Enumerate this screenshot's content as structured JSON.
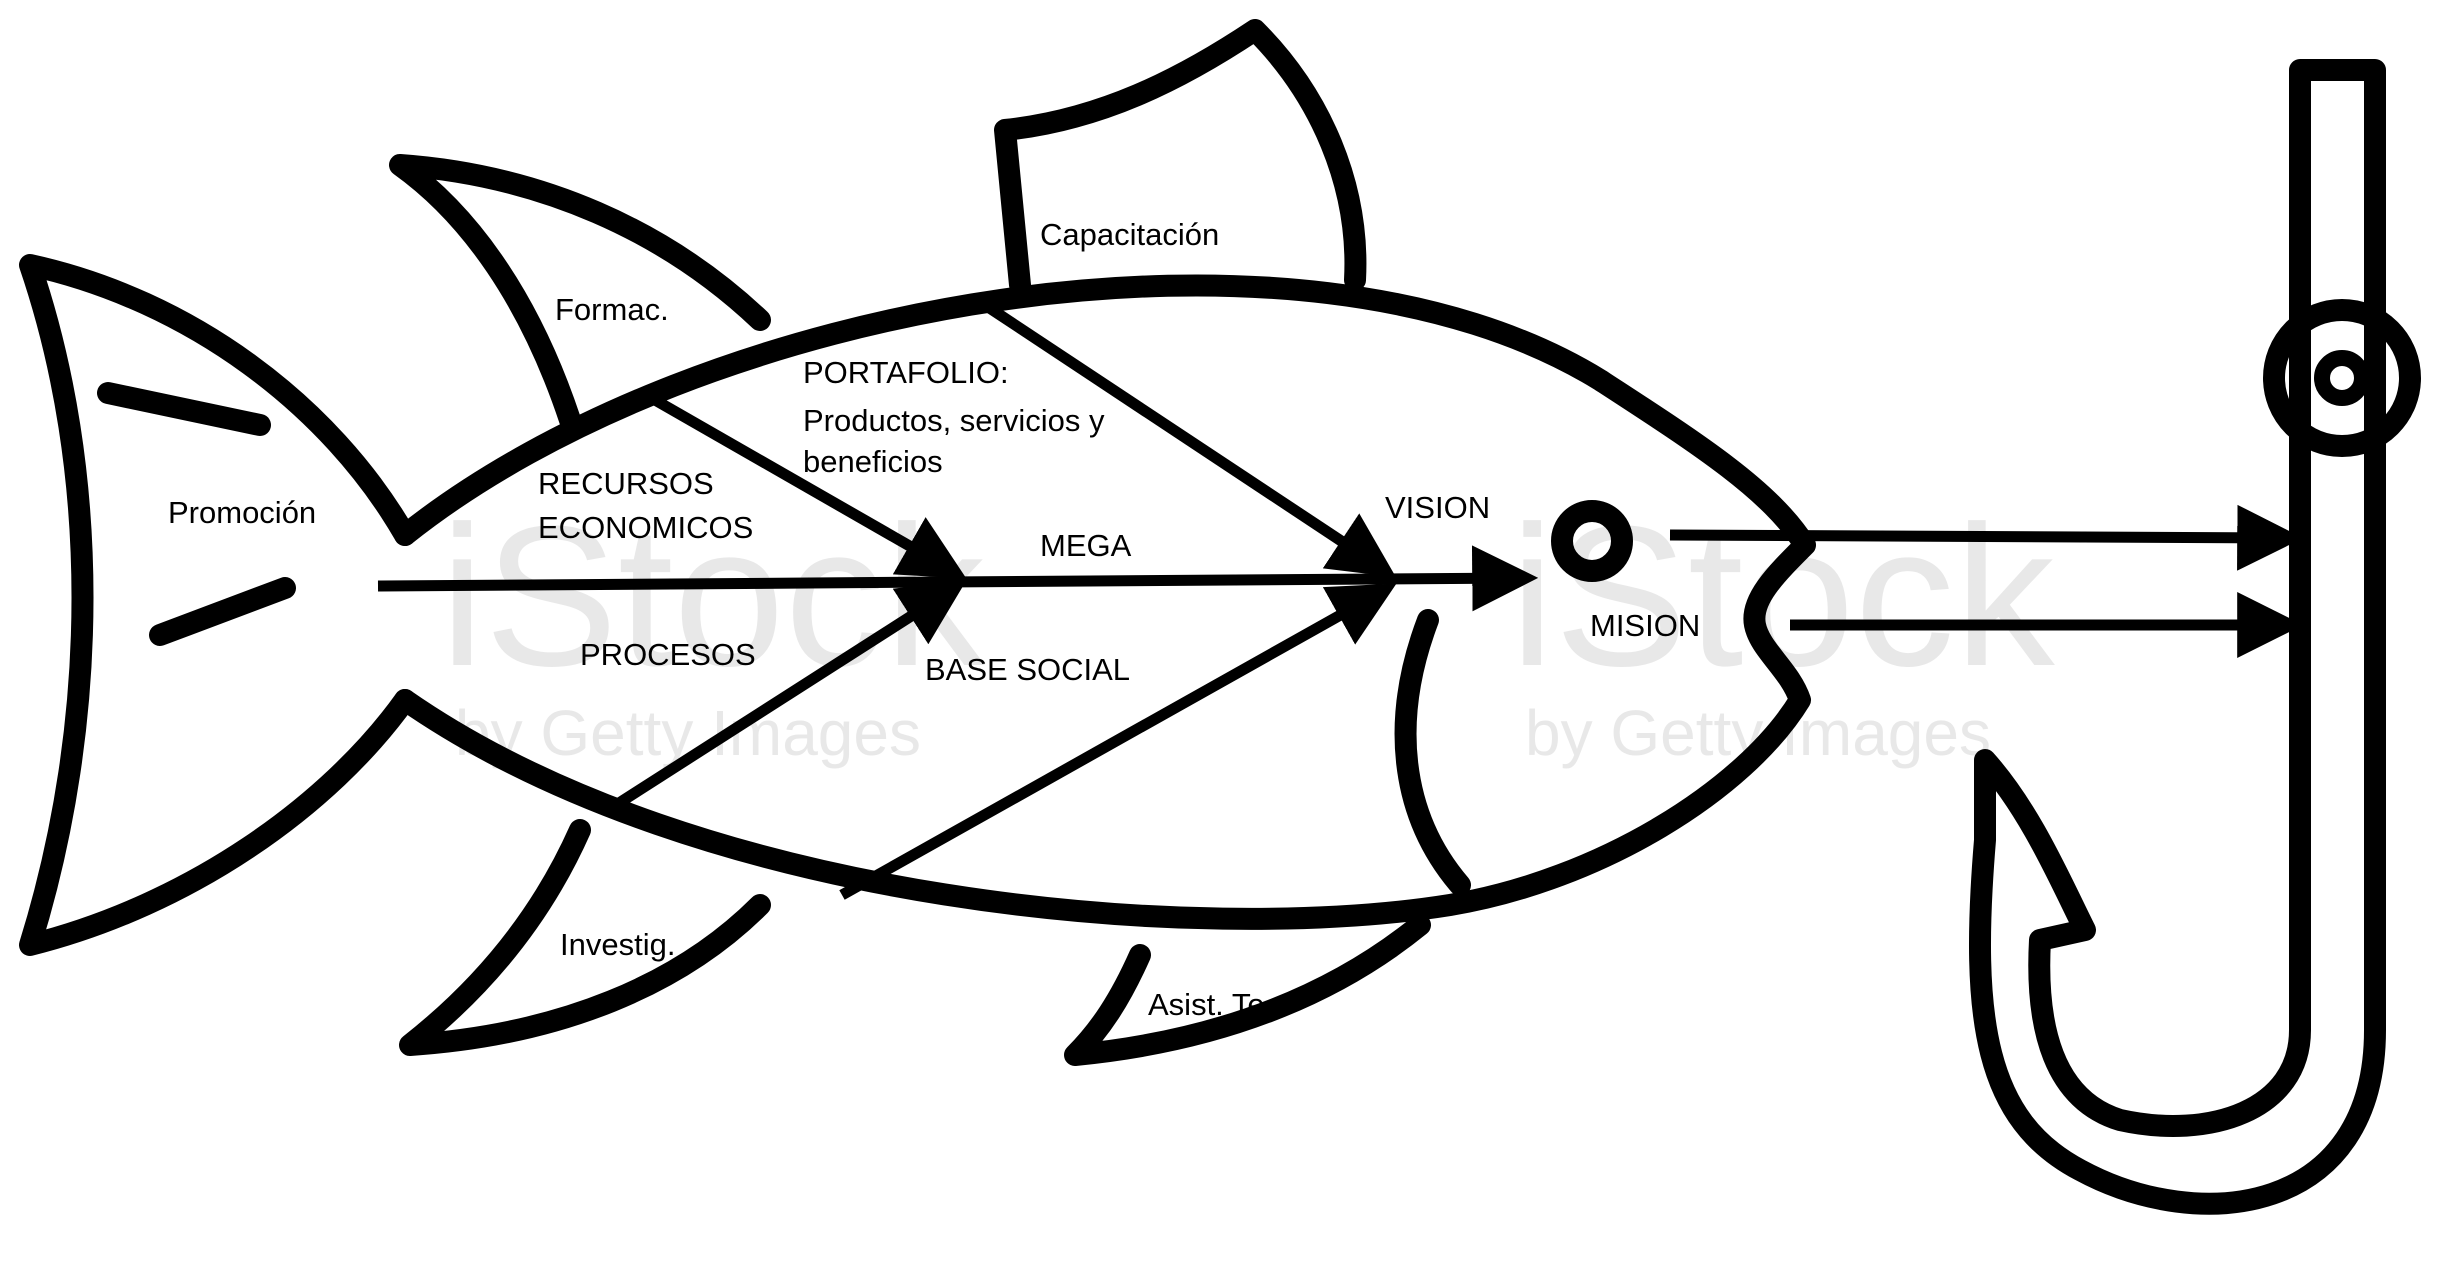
{
  "diagram": {
    "labels": {
      "promocion": "Promoción",
      "formac": "Formac.",
      "capacitacion": "Capacitación",
      "portafolio_1": "PORTAFOLIO:",
      "portafolio_2": "Productos, servicios y",
      "portafolio_3": "beneficios",
      "recursos_1": "RECURSOS",
      "recursos_2": "ECONOMICOS",
      "mega": "MEGA",
      "vision": "VISION",
      "mision": "MISION",
      "procesos": "PROCESOS",
      "base_social": "BASE SOCIAL",
      "investig": "Investig.",
      "asist": "Asist. Tec"
    },
    "watermark": {
      "brand": "iStock",
      "credit": "by Getty Images"
    },
    "colors": {
      "ink": "#000000",
      "background": "#ffffff",
      "watermark": "#d6d6d6"
    }
  }
}
